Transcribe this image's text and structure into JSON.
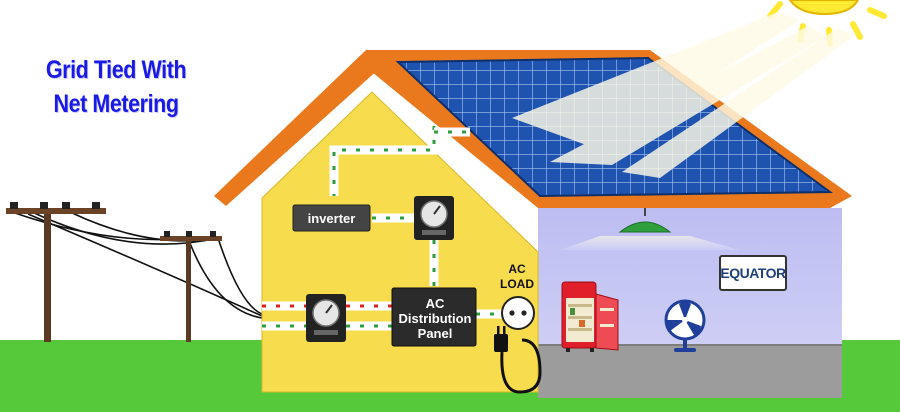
{
  "title": {
    "line1": "Grid Tied With",
    "line2": "Net Metering"
  },
  "inverter": {
    "label": "inverter"
  },
  "distribution_panel": {
    "line1": "AC",
    "line2": "Distribution",
    "line3": "Panel"
  },
  "ac_load": {
    "line1": "AC",
    "line2": "LOAD"
  },
  "brand": {
    "logo_text": "EQUATOR"
  },
  "colors": {
    "title": "#1a1ae6",
    "house_wall": "#f7dc4e",
    "roof_edge": "#e9791c",
    "solar_panel": "#1c4fa8",
    "sky_room": "#c9c8f5",
    "grass": "#55c93a",
    "sun": "#ffe933",
    "flow_green": "#2f9e3c",
    "flow_red": "#e02020",
    "fridge": "#e01f2a"
  },
  "icons": [
    "sun-icon",
    "utility-pole-icon",
    "energy-meter-icon",
    "ceiling-lamp-icon",
    "refrigerator-icon",
    "fan-icon",
    "power-outlet-icon",
    "power-plug-icon"
  ]
}
